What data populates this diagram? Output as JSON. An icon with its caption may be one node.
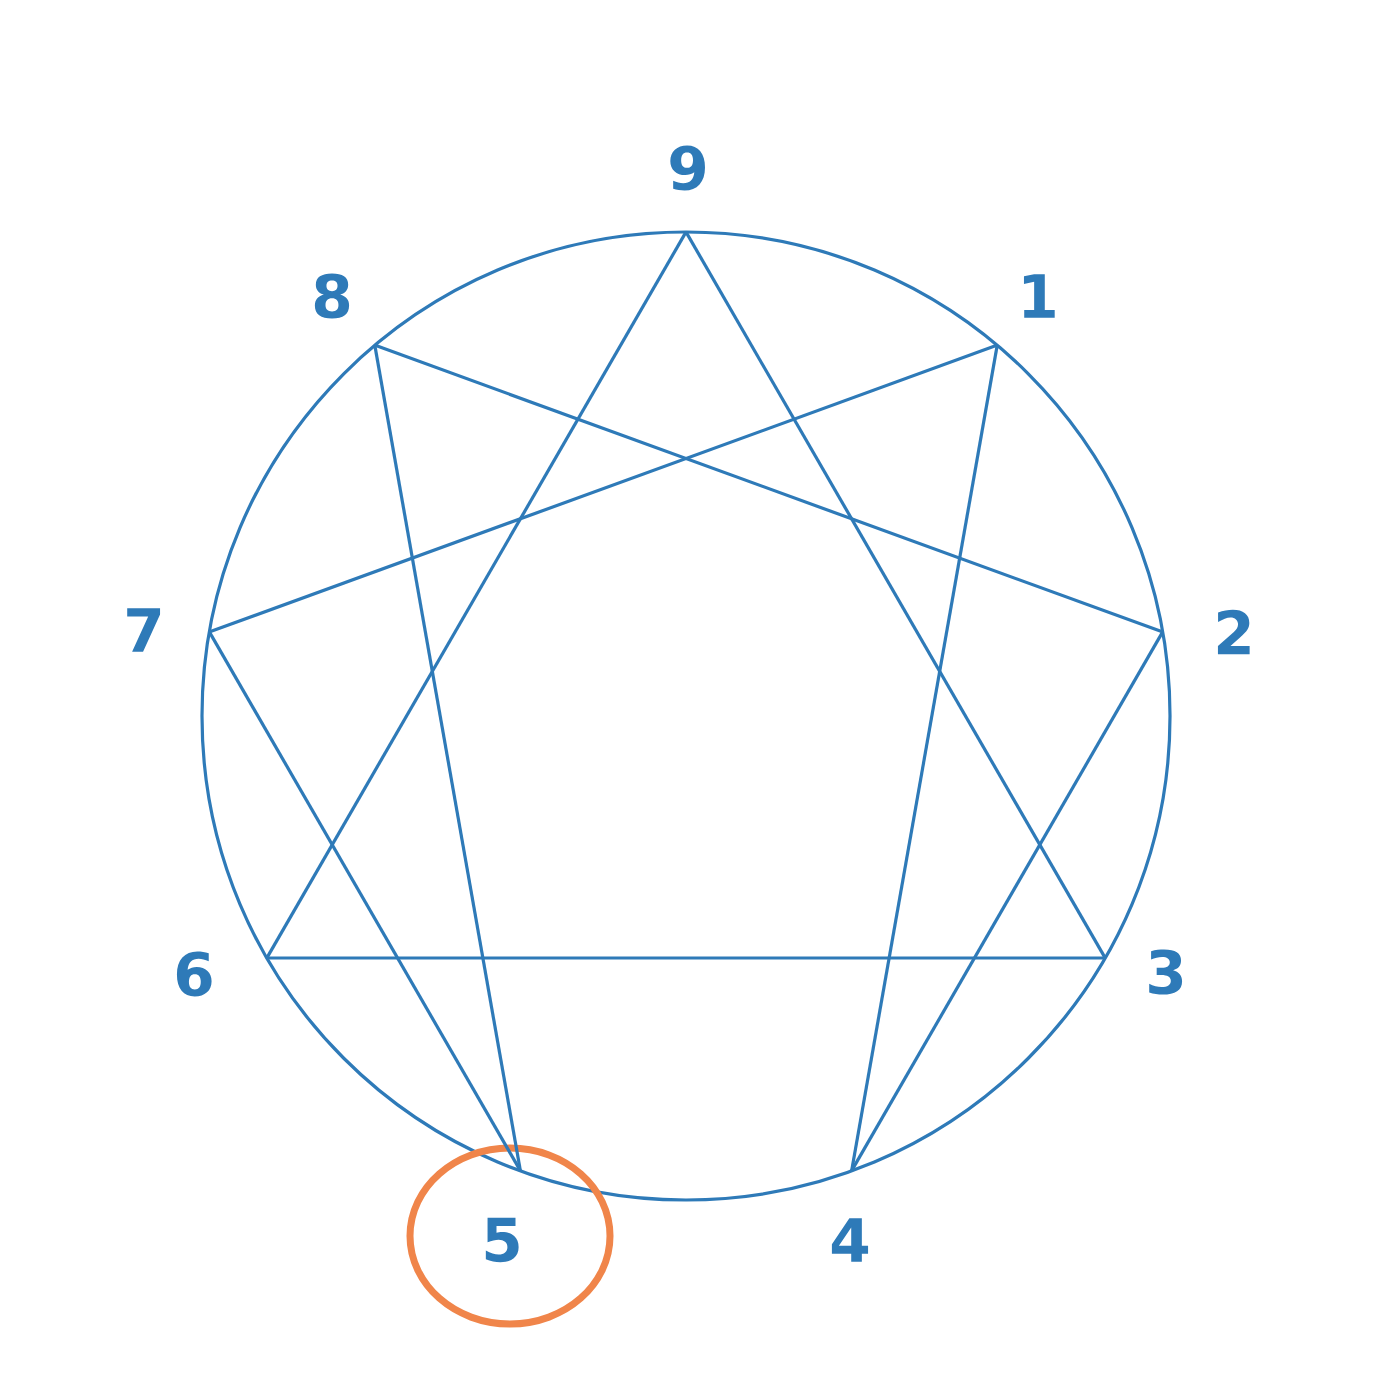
{
  "diagram": {
    "nodes": [
      {
        "text": [],
        "shape": "point",
        "beside": [
          "9"
        ]
      },
      {
        "text": [],
        "shape": "point",
        "beside": [
          "1"
        ]
      },
      {
        "text": [],
        "shape": "point",
        "beside": [
          "2"
        ]
      },
      {
        "text": [],
        "shape": "point",
        "beside": [
          "3"
        ]
      },
      {
        "text": [],
        "shape": "point",
        "beside": [
          "4"
        ]
      },
      {
        "text": [],
        "shape": "point",
        "beside": [
          "5"
        ]
      },
      {
        "text": [],
        "shape": "point",
        "beside": [
          "6"
        ]
      },
      {
        "text": [],
        "shape": "point",
        "beside": [
          "7"
        ]
      },
      {
        "text": [],
        "shape": "point",
        "beside": [
          "8"
        ]
      }
    ],
    "edges": [
      {
        "from": 0,
        "to": 3,
        "arrow": "none"
      },
      {
        "from": 3,
        "to": 6,
        "arrow": "none"
      },
      {
        "from": 6,
        "to": 0,
        "arrow": "none"
      },
      {
        "from": 1,
        "to": 4,
        "arrow": "none"
      },
      {
        "from": 4,
        "to": 2,
        "arrow": "none"
      },
      {
        "from": 2,
        "to": 8,
        "arrow": "none"
      },
      {
        "from": 8,
        "to": 5,
        "arrow": "none"
      },
      {
        "from": 5,
        "to": 7,
        "arrow": "none"
      },
      {
        "from": 7,
        "to": 1,
        "arrow": "none"
      }
    ]
  }
}
